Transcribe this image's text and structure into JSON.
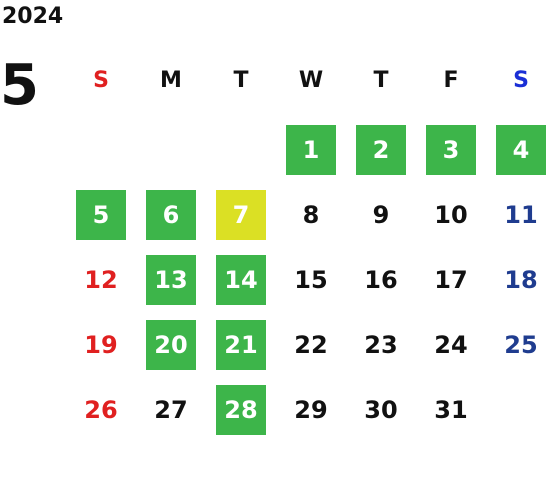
{
  "header": {
    "year": "2024",
    "month": "5"
  },
  "weekdays": [
    "S",
    "M",
    "T",
    "W",
    "T",
    "F",
    "S"
  ],
  "first_weekday_index": 3,
  "days": [
    {
      "label": "1",
      "state": "green"
    },
    {
      "label": "2",
      "state": "green"
    },
    {
      "label": "3",
      "state": "green"
    },
    {
      "label": "4",
      "state": "green"
    },
    {
      "label": "5",
      "state": "green"
    },
    {
      "label": "6",
      "state": "green"
    },
    {
      "label": "7",
      "state": "yellow"
    },
    {
      "label": "8",
      "state": "normal"
    },
    {
      "label": "9",
      "state": "normal"
    },
    {
      "label": "10",
      "state": "normal"
    },
    {
      "label": "11",
      "state": "normal"
    },
    {
      "label": "12",
      "state": "normal"
    },
    {
      "label": "13",
      "state": "green"
    },
    {
      "label": "14",
      "state": "green"
    },
    {
      "label": "15",
      "state": "normal"
    },
    {
      "label": "16",
      "state": "normal"
    },
    {
      "label": "17",
      "state": "normal"
    },
    {
      "label": "18",
      "state": "normal"
    },
    {
      "label": "19",
      "state": "normal"
    },
    {
      "label": "20",
      "state": "green"
    },
    {
      "label": "21",
      "state": "green"
    },
    {
      "label": "22",
      "state": "normal"
    },
    {
      "label": "23",
      "state": "normal"
    },
    {
      "label": "24",
      "state": "normal"
    },
    {
      "label": "25",
      "state": "normal"
    },
    {
      "label": "26",
      "state": "normal"
    },
    {
      "label": "27",
      "state": "normal"
    },
    {
      "label": "28",
      "state": "green"
    },
    {
      "label": "29",
      "state": "normal"
    },
    {
      "label": "30",
      "state": "normal"
    },
    {
      "label": "31",
      "state": "normal"
    }
  ],
  "colors": {
    "green": "#3db54a",
    "yellow": "#dbe024",
    "sunday": "#e02020",
    "sunday_header": "#e02020",
    "saturday": "#1f3c8f",
    "saturday_header": "#1a2fd6",
    "weekday": "#111111"
  }
}
